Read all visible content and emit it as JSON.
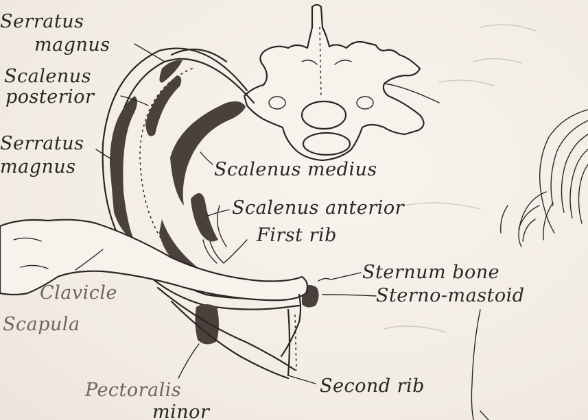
{
  "labels": {
    "serratus_magnus_top": [
      "Serratus",
      "magnus"
    ],
    "scalenus_posterior": [
      "Scalenus",
      "posterior"
    ],
    "serratus_magnus_mid": [
      "Serratus",
      "magnus"
    ],
    "scalenus_medius": "Scalenus medius",
    "scalenus_anterior": "Scalenus anterior",
    "first_rib": "First rib",
    "sternum_bone": "Sternum bone",
    "sterno_mastoid": "Sterno-mastoid",
    "clavicle": "Clavicle",
    "scapula": "Scapula",
    "pectoralis_minor": [
      "Pectoralis",
      "minor"
    ],
    "second_rib": "Second rib"
  },
  "colors": {
    "paper": "#f4efe8",
    "ink": "#2b2622",
    "muscle": "#4a413c",
    "faint_text": "#6e655d"
  }
}
